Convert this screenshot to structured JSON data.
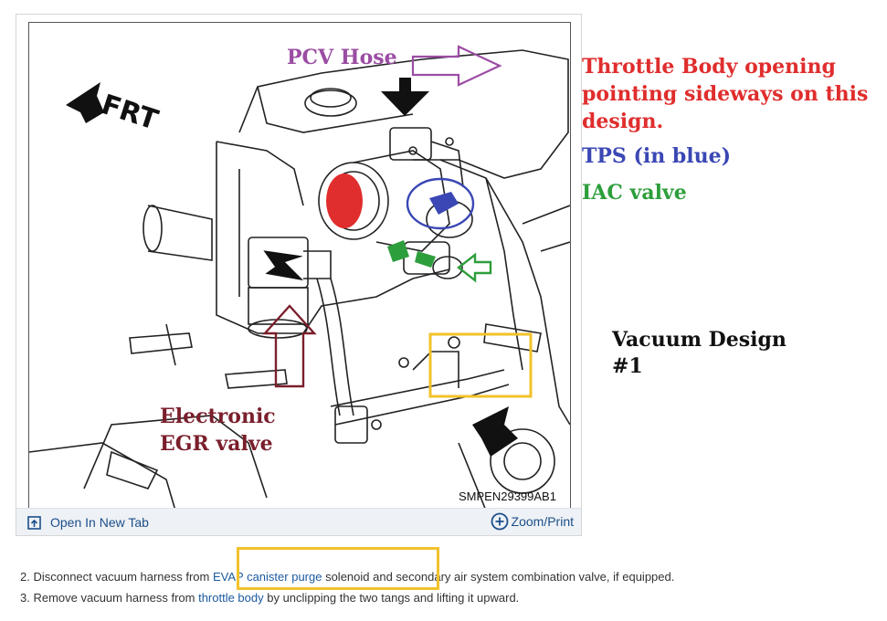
{
  "figure": {
    "labels": {
      "pcv_hose": "PCV Hose",
      "frt": "FRT",
      "egr_line1": "Electronic",
      "egr_line2": "EGR valve",
      "code": "SMPEN29399AB1"
    },
    "footer": {
      "open_label": "Open In New Tab",
      "zoom_label": "Zoom/Print"
    }
  },
  "annotations": {
    "throttle": "Throttle Body opening pointing sideways on this design.",
    "tps": "TPS (in blue)",
    "iac": "IAC valve",
    "vacuum_line1": "Vacuum Design",
    "vacuum_line2": "#1"
  },
  "steps": {
    "step2": {
      "prefix": "2. Disconnect vacuum harness from ",
      "link": "EVAP canister purge",
      "suffix": " solenoid and secondary air system combination valve, if equipped."
    },
    "step3": {
      "prefix": "3. Remove vacuum harness from ",
      "link": "throttle body",
      "suffix": " by unclipping the two tangs and lifting it upward."
    }
  },
  "colors": {
    "throttle_red": "#e02d2d",
    "tps_blue": "#3a47b4",
    "iac_green": "#2d9e3c",
    "pcv_purple": "#9b4da3",
    "egr_maroon": "#7a1f2c",
    "highlight_yellow": "#f2c22b",
    "link_blue": "#1c5aa0"
  }
}
